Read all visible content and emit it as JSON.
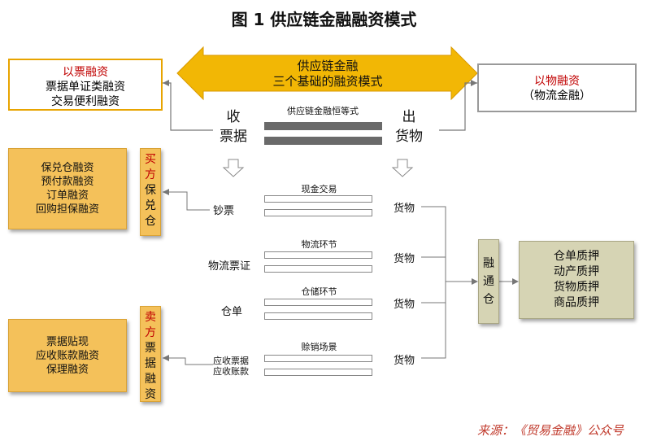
{
  "title": "图 1  供应链金融融资模式",
  "center_arrow": {
    "line1": "供应链金融",
    "line2": "三个基础的融资模式"
  },
  "left_top_box": {
    "line1": "以票融资",
    "line2": "票据单证类融资",
    "line3": "交易便利融资"
  },
  "right_top_box": {
    "line1": "以物融资",
    "line2": "（物流金融）"
  },
  "left_col_label": {
    "line1": "收",
    "line2": "票据"
  },
  "right_col_label": {
    "line1": "出",
    "line2": "货物"
  },
  "equation_label": "供应链金融恒等式",
  "left_orange_top": [
    "保兑仓融资",
    "预付款融资",
    "订单融资",
    "回购担保融资"
  ],
  "left_orange_bottom": [
    "票据贴现",
    "应收账款融资",
    "保理融资"
  ],
  "buyer_tag": [
    "买",
    "方",
    "保",
    "兑",
    "仓"
  ],
  "seller_tag": [
    "卖",
    "方",
    "票",
    "据",
    "融",
    "资"
  ],
  "rows": [
    {
      "left": "钞票",
      "stage": "现金交易",
      "right": "货物"
    },
    {
      "left": "物流票证",
      "stage": "物流环节",
      "right": "货物"
    },
    {
      "left": "仓单",
      "stage": "仓储环节",
      "right": "货物"
    },
    {
      "left_line1": "应收票据",
      "left_line2": "应收账款",
      "stage": "赊销场景",
      "right": "货物"
    }
  ],
  "rongtong_tag": [
    "融",
    "通",
    "仓"
  ],
  "right_olive_box": [
    "仓单质押",
    "动产质押",
    "货物质押",
    "商品质押"
  ],
  "source": "来源：《贸易金融》公众号",
  "colors": {
    "gold": "#f2b705",
    "orange_box": "#f4c15a",
    "olive_box": "#d6d4b4",
    "red": "#c00000",
    "gray_bar": "#6a6a6a"
  }
}
